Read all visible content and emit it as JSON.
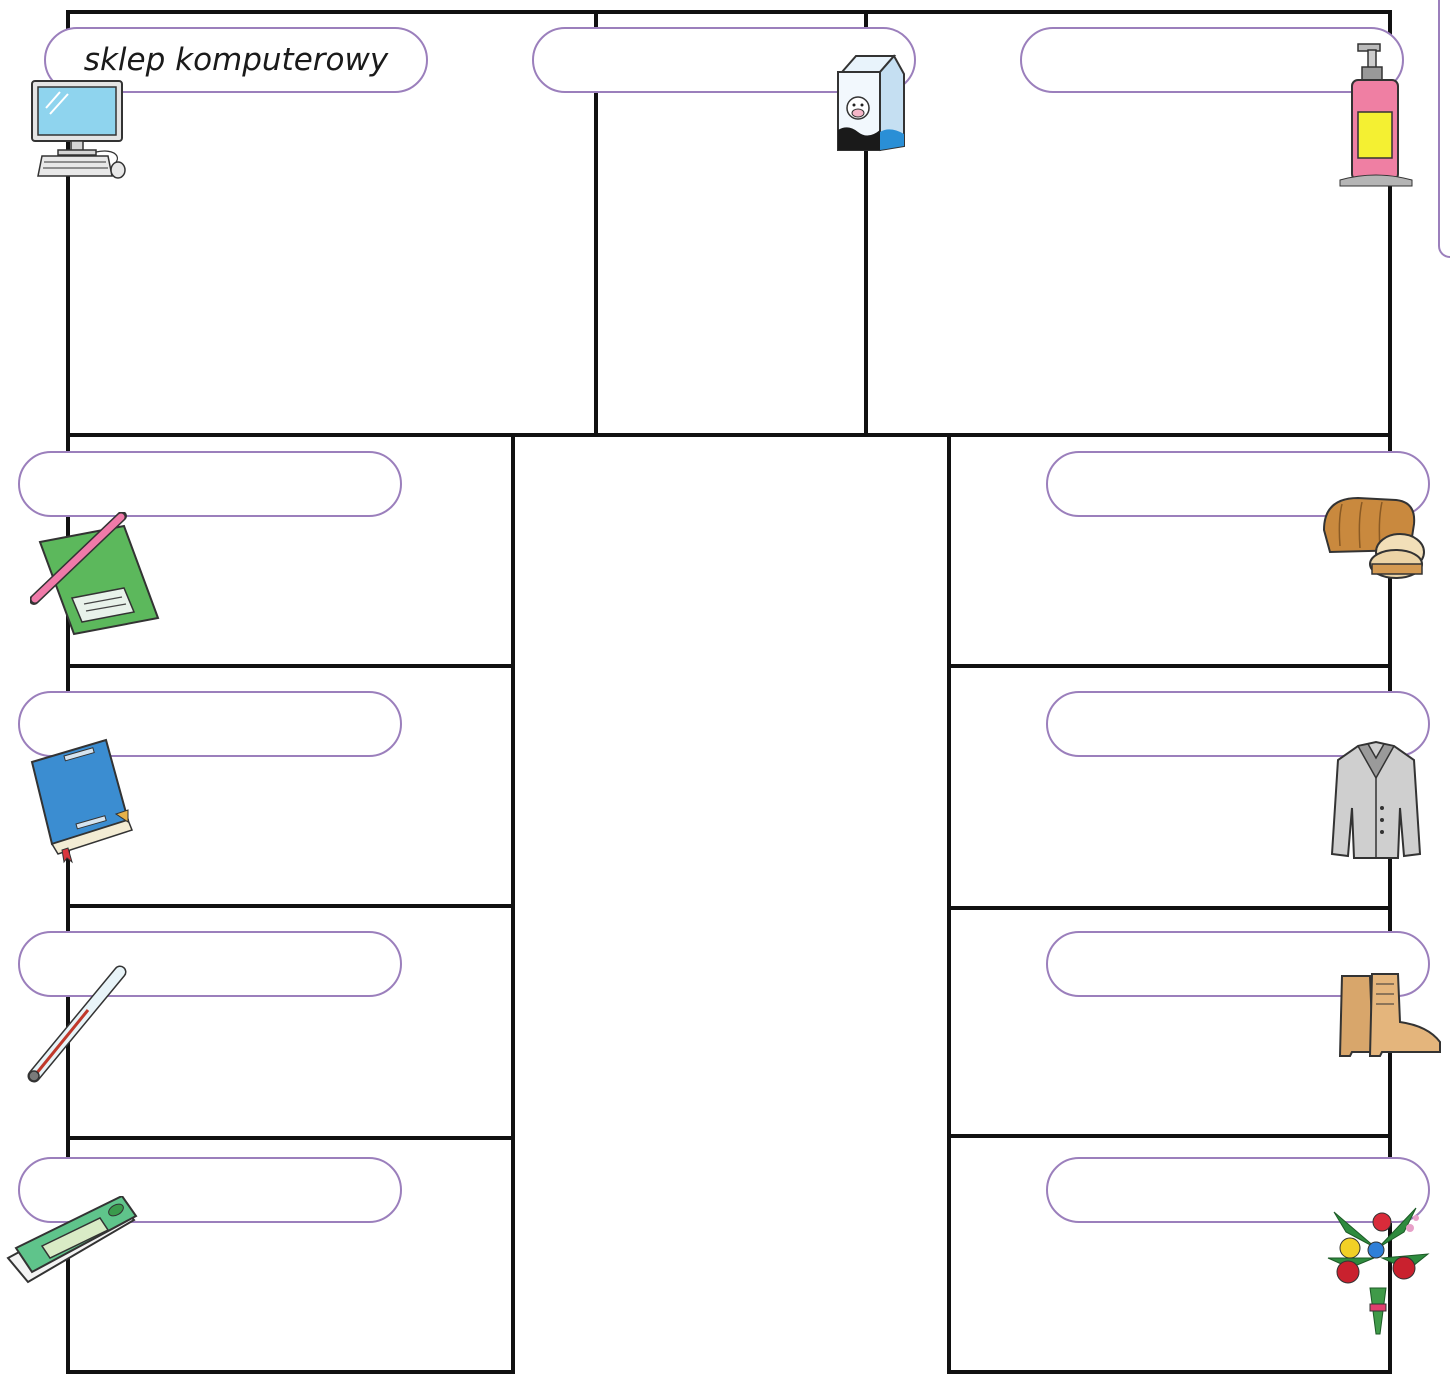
{
  "labels": [
    {
      "id": "computer",
      "text": "sklep komputerowy",
      "icon": "computer-icon"
    },
    {
      "id": "dairy",
      "text": "",
      "icon": "milk-carton-icon"
    },
    {
      "id": "cosmetics",
      "text": "",
      "icon": "pump-bottle-icon"
    },
    {
      "id": "stationery",
      "text": "",
      "icon": "notebook-pen-icon"
    },
    {
      "id": "bakery",
      "text": "",
      "icon": "bread-icon"
    },
    {
      "id": "books",
      "text": "",
      "icon": "book-icon"
    },
    {
      "id": "clothing",
      "text": "",
      "icon": "jacket-icon"
    },
    {
      "id": "pharmacy",
      "text": "",
      "icon": "thermometer-icon"
    },
    {
      "id": "shoes",
      "text": "",
      "icon": "boots-icon"
    },
    {
      "id": "sweets",
      "text": "",
      "icon": "chewing-gum-icon"
    },
    {
      "id": "florist",
      "text": "",
      "icon": "flower-bouquet-icon"
    }
  ],
  "colors": {
    "outline": "#111111",
    "pill_border": "#9b7fbc"
  }
}
